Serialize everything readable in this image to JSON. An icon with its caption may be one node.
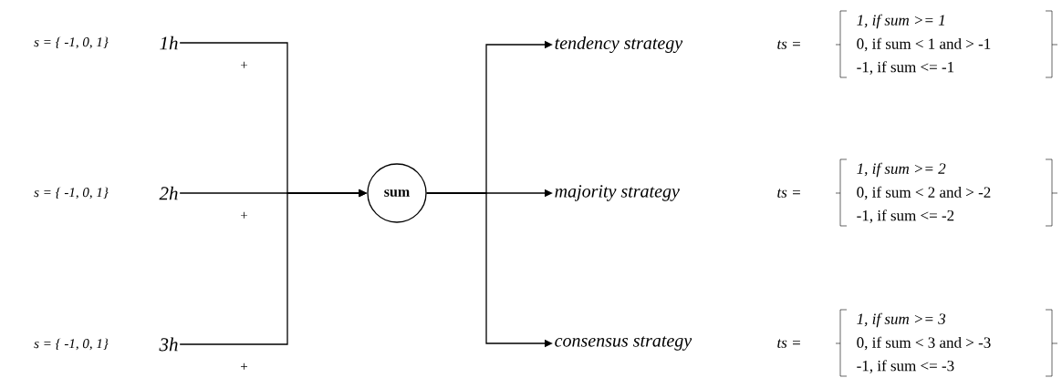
{
  "diagram": {
    "nodes": [
      {
        "text": [
          "1h"
        ],
        "beside": [
          "s = { -1, 0, 1}"
        ]
      },
      {
        "text": [
          "2h"
        ],
        "beside": [
          "s = { -1, 0, 1}"
        ]
      },
      {
        "text": [
          "3h"
        ],
        "beside": [
          "s = { -1, 0, 1}"
        ]
      },
      {
        "text": [
          "sum"
        ]
      },
      {
        "text": [
          "tendency strategy"
        ],
        "beside": [
          "ts =",
          "1, if sum >= 1",
          "0, if sum < 1 and > -1",
          "-1, if sum <= -1"
        ]
      },
      {
        "text": [
          "majority strategy"
        ],
        "beside": [
          "ts =",
          "1, if sum >= 2",
          "0, if sum < 2 and > -2",
          "-1, if sum <= -2"
        ]
      },
      {
        "text": [
          "consensus strategy"
        ],
        "beside": [
          "ts =",
          "1, if sum >= 3",
          "0, if sum < 3 and > -3",
          "-1, if sum <= -3"
        ]
      }
    ],
    "edges": [
      {
        "from": 0,
        "to": 3,
        "arrow": "to",
        "label": "+"
      },
      {
        "from": 1,
        "to": 3,
        "arrow": "to",
        "label": "+"
      },
      {
        "from": 2,
        "to": 3,
        "arrow": "to",
        "label": "+"
      },
      {
        "from": 3,
        "to": 4,
        "arrow": "to"
      },
      {
        "from": 3,
        "to": 5,
        "arrow": "to"
      },
      {
        "from": 3,
        "to": 6,
        "arrow": "to"
      }
    ]
  }
}
